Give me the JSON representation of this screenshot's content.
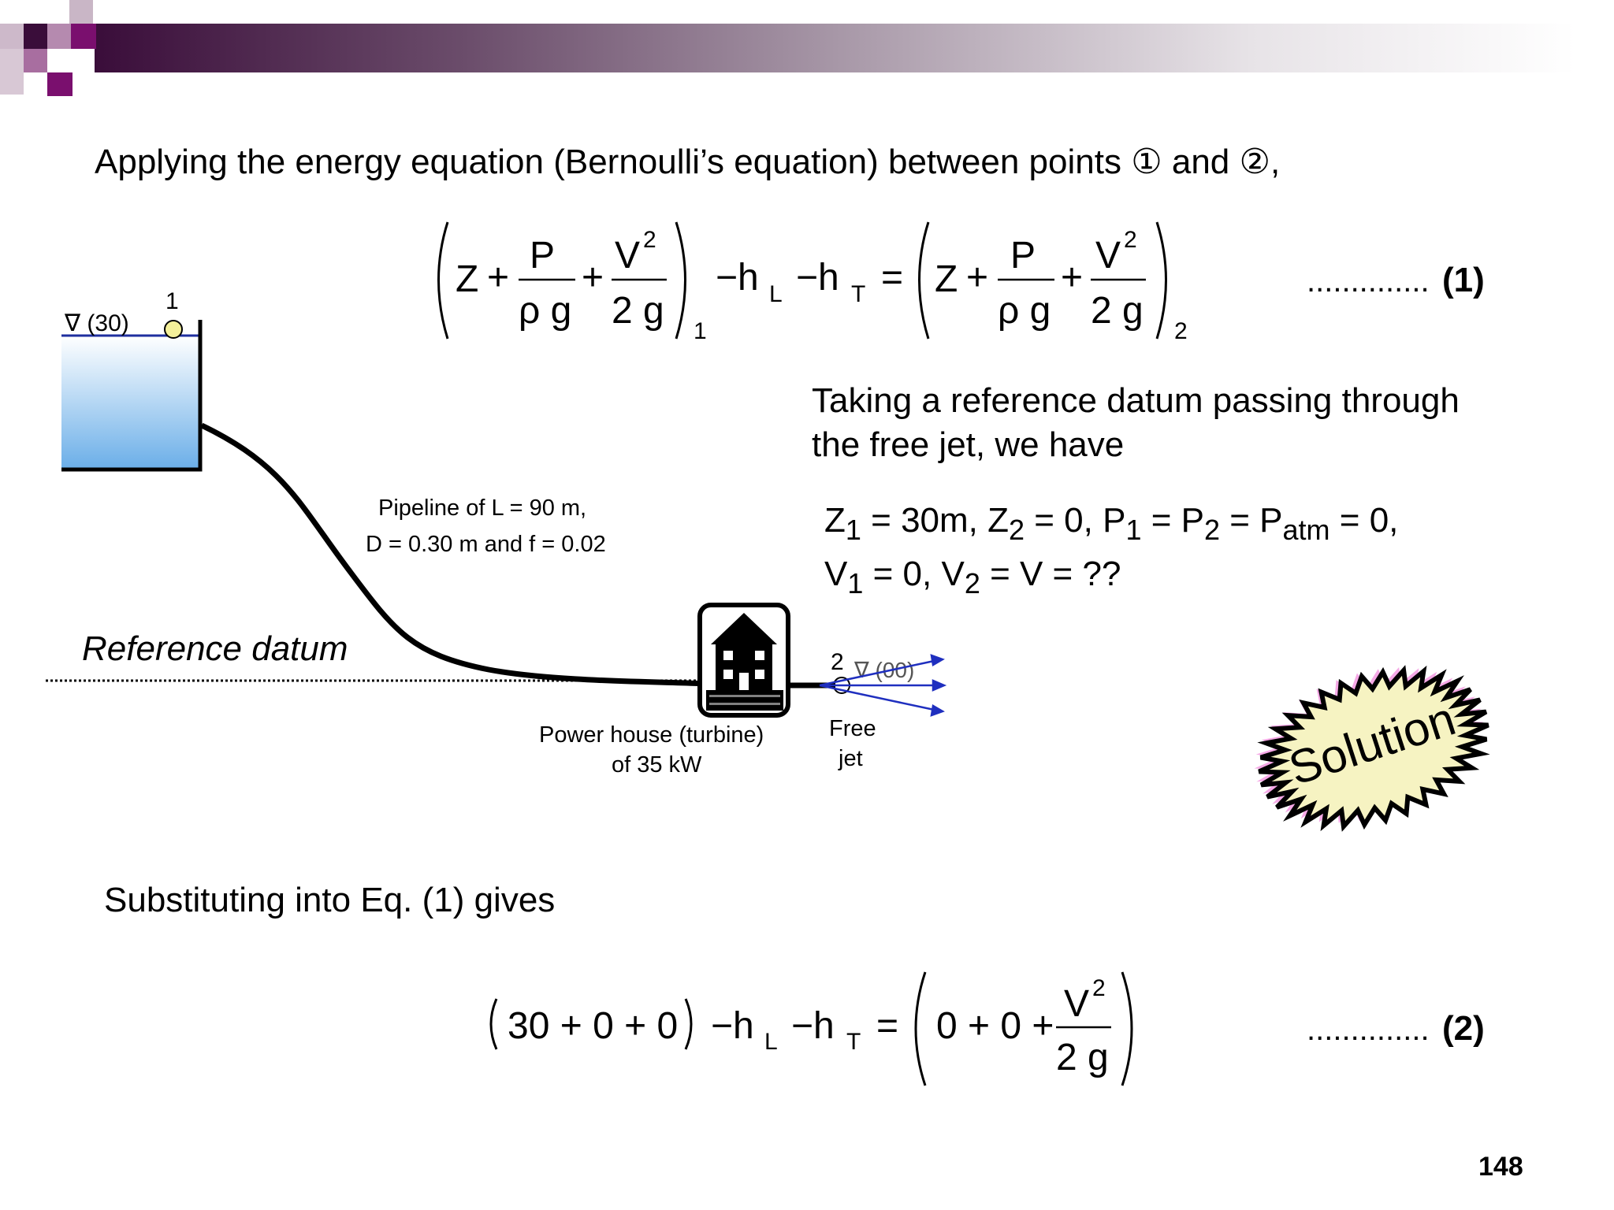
{
  "header": {
    "colors": {
      "dark": "#3a0d3a",
      "purple": "#7a0f6e",
      "mauve": "#a86ea0"
    }
  },
  "slide": {
    "intro": "Applying the energy equation (Bernoulli’s equation) between points ① and ②,",
    "eq1": {
      "Z": "Z",
      "plus": "+",
      "P": "P",
      "rho_g": "ρ g",
      "V2": "V",
      "sup2": "2",
      "twog": "2 g",
      "sub1": "1",
      "sub2": "2",
      "minus_hL": "−h",
      "L": "L",
      "minus_hT": "−h",
      "T": "T",
      "equals": "=",
      "ref_dots": "..............",
      "ref_num": "(1)"
    },
    "datum_text_line1": "Taking a reference datum passing through",
    "datum_text_line2": "the free jet, we have",
    "conditions": {
      "Z1": "Z",
      "sub1": "1",
      "eq30": " = 30m, ",
      "Z2": "Z",
      "sub2": "2",
      "eq0a": " = 0, ",
      "P1": "P",
      "sub1b": "1",
      "eqP2": " = P",
      "sub2b": "2",
      "eqPatm": " = P",
      "atm": "atm",
      "eq0b": " = 0,",
      "V1": "V",
      "sub1c": "1",
      "eq0c": " = 0, V",
      "sub2c": "2",
      "eqV": " = V = ??"
    },
    "substituting": "Substituting into Eq. (1) gives",
    "eq2": {
      "lhs": "30 + 0 + 0",
      "minus_hL": "−h",
      "L": "L",
      "minus_hT": "−h",
      "T": "T",
      "equals": "=",
      "rhs_prefix": "0 + 0 +",
      "V2": "V",
      "sup2": "2",
      "twog": "2 g",
      "ref_dots": "..............",
      "ref_num": "(2)"
    },
    "page_number": "148",
    "solution_badge": "Solution"
  },
  "diagram": {
    "tank_level": "∇ (30)",
    "point1": "1",
    "pipeline_line1": "Pipeline of L = 90 m,",
    "pipeline_line2": "D = 0.30 m and f = 0.02",
    "reference_datum": "Reference datum",
    "point2": "2",
    "jet_level": "∇ (00)",
    "powerhouse_line1": "Power house (turbine)",
    "powerhouse_line2": "of 35 kW",
    "free_jet_line1": "Free",
    "free_jet_line2": "jet",
    "colors": {
      "water_top": "#ffffff",
      "water_bottom": "#6aaee8",
      "jet": "#1f2fbf",
      "point_fill": "#f4f09a",
      "badge_fill": "#f6f3c2",
      "badge_glow": "#f5a8e6"
    }
  }
}
